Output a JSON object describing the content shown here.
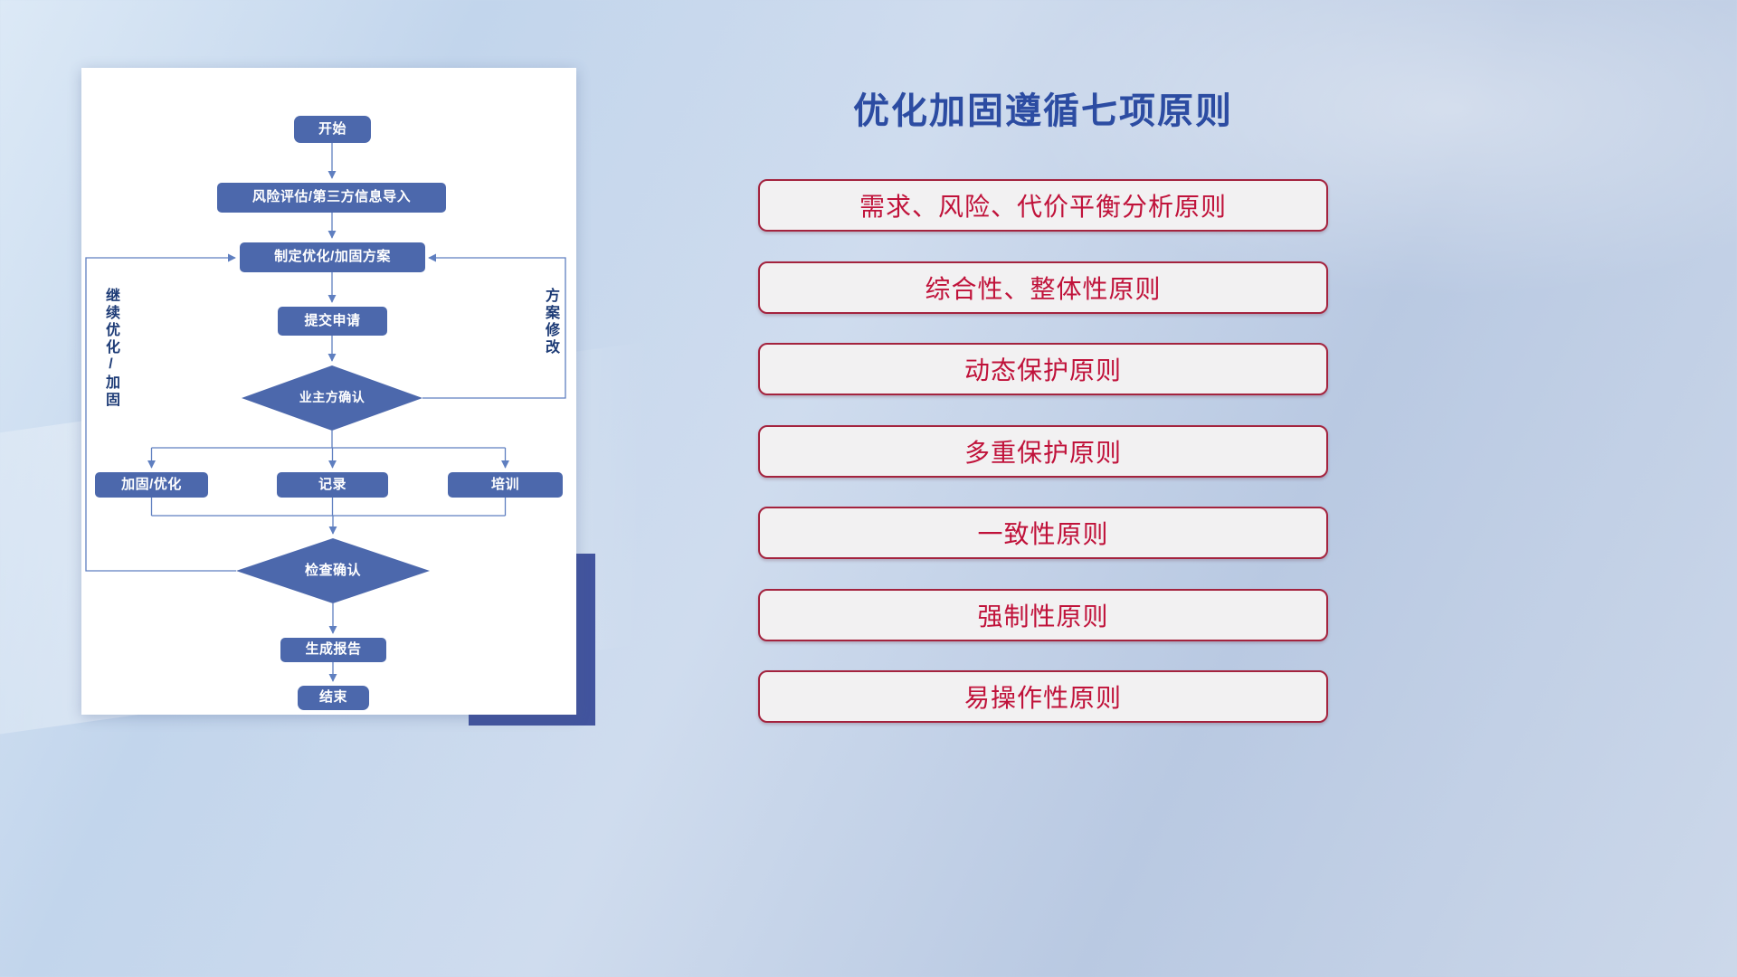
{
  "flowchart": {
    "nodes": {
      "start": "开始",
      "risk_import": "风险评估/第三方信息导入",
      "make_plan": "制定优化/加固方案",
      "submit": "提交申请",
      "owner_confirm": "业主方确认",
      "reinforce": "加固/优化",
      "record": "记录",
      "training": "培训",
      "check_confirm": "检查确认",
      "gen_report": "生成报告",
      "end": "结束"
    },
    "loop_labels": {
      "continue_optimize": "继续优化/加固",
      "plan_modify": "方案修改"
    }
  },
  "panel": {
    "title": "优化加固遵循七项原则",
    "principles": [
      "需求、风险、代价平衡分析原则",
      "综合性、整体性原则",
      "动态保护原则",
      "多重保护原则",
      "一致性原则",
      "强制性原则",
      "易操作性原则"
    ]
  },
  "colors": {
    "title_blue": "#2c4ca2",
    "node_blue": "#4c68ac",
    "connector_blue": "#5f7fc0",
    "principle_text_red": "#c0123a",
    "principle_border_red": "#a4233e",
    "accent_block_blue": "#42549e"
  }
}
